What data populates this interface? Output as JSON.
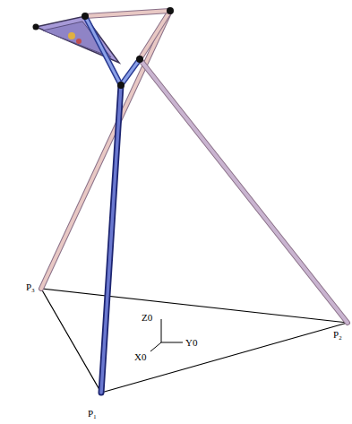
{
  "diagram": {
    "labels": [
      "P₃",
      "Z0",
      "Y0",
      "X0",
      "P₁",
      "P₂"
    ]
  }
}
